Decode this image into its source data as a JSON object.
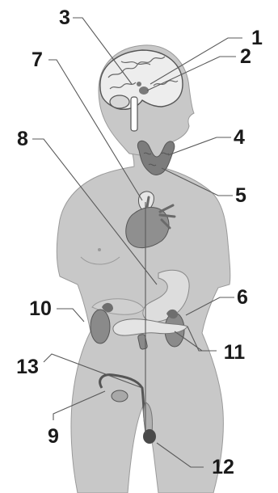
{
  "labels": {
    "l1": "1",
    "l2": "2",
    "l3": "3",
    "l4": "4",
    "l5": "5",
    "l6": "6",
    "l7": "7",
    "l8": "8",
    "l9": "9",
    "l10": "10",
    "l11": "11",
    "l12": "12",
    "l13": "13"
  },
  "colors": {
    "body": "#c8c8c8",
    "body_outline": "#9a9a9a",
    "brain": "#ededed",
    "heart": "#8f8f8f",
    "organ": "#b0b0b0",
    "dark_organ": "#6e6e6e",
    "label": "#1a1a1a"
  }
}
